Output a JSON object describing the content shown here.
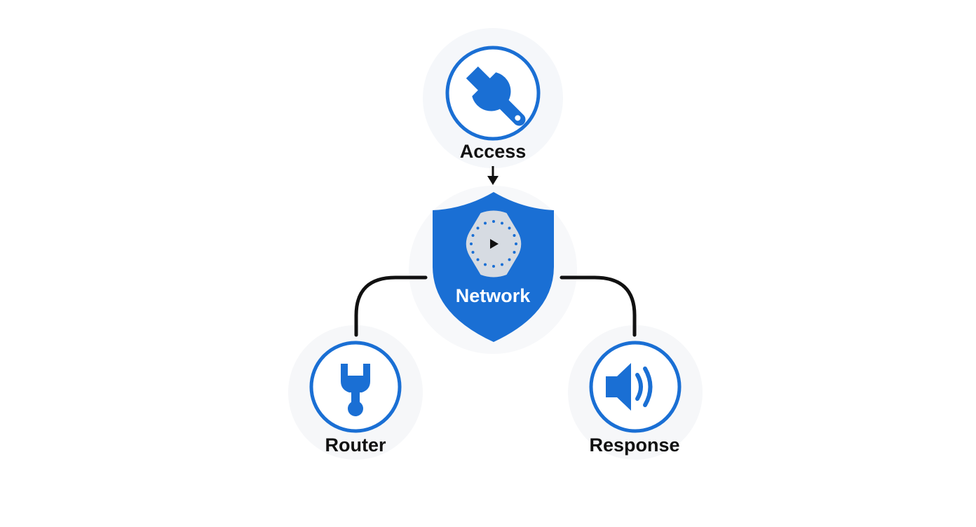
{
  "colors": {
    "accent": "#1a6fd4",
    "icon_bg": "#d6dbe2",
    "connector": "#111111",
    "text": "#111111",
    "background": "#ffffff"
  },
  "nodes": {
    "access": {
      "label": "Access",
      "icon": "wrench-icon"
    },
    "router": {
      "label": "Router",
      "icon": "plug-icon"
    },
    "response": {
      "label": "Response",
      "icon": "speaker-icon"
    },
    "network": {
      "label": "Network",
      "icon": "shield-icon",
      "inner_icon": "play-icon"
    }
  }
}
